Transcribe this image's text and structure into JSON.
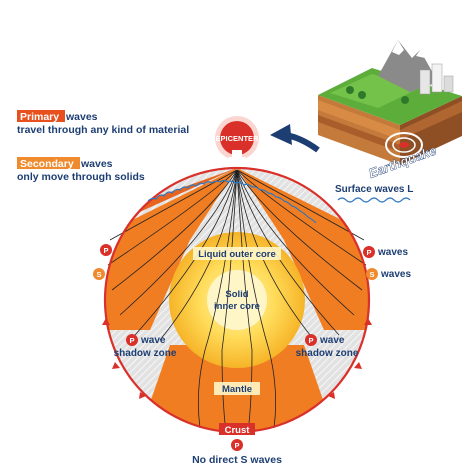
{
  "legend": {
    "primary": {
      "highlight": "Primary",
      "rest": " waves",
      "line2": "travel through any kind of material"
    },
    "secondary": {
      "highlight": "Secondary",
      "rest": " waves",
      "line2": "only move through solids"
    }
  },
  "labels": {
    "epicenter": "EPICENTER",
    "earthquake": "Earthquake",
    "surface_waves": "Surface waves L",
    "p_waves": "waves",
    "s_waves": "waves",
    "p_glyph": "P",
    "s_glyph": "S",
    "liquid_outer_core": "Liquid outer core",
    "solid_inner_core_1": "Solid",
    "solid_inner_core_2": "inner core",
    "p_shadow_1": "wave",
    "p_shadow_2": "shadow zone",
    "mantle": "Mantle",
    "crust": "Crust",
    "no_direct_s": "No direct S waves"
  },
  "colors": {
    "primary_bg": "#e8501e",
    "secondary_bg": "#f08a2e",
    "wave_orange": "#f07d22",
    "dark_orange": "#e05a1a",
    "red": "#d9302a",
    "navy": "#1d3e73",
    "core_yellow": "#fbd145",
    "core_light": "#fff2b0",
    "gray": "#d8d8d8",
    "blue_wave": "#2c78c2"
  },
  "icons": [
    "arrow-icon",
    "epicenter-icon",
    "terrain-block-icon",
    "p-marker-icon",
    "s-marker-icon"
  ]
}
